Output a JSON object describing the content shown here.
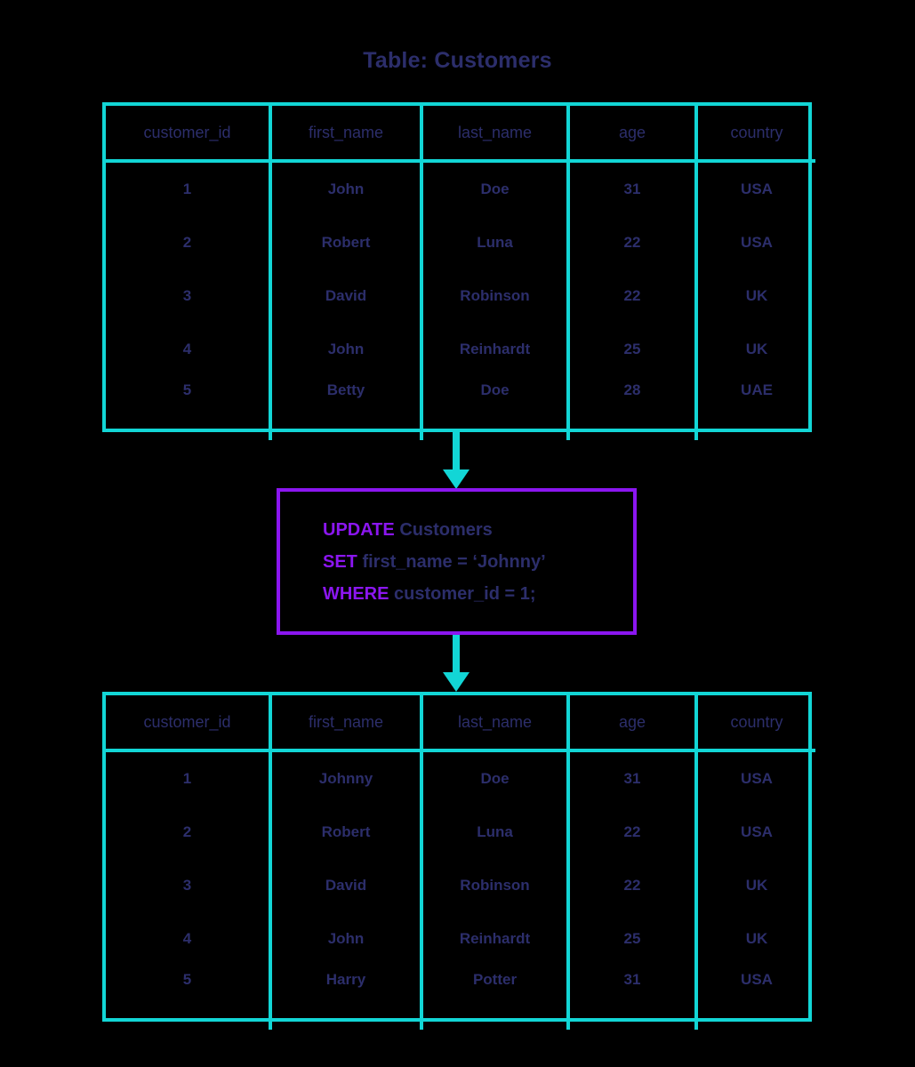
{
  "page": {
    "title": "Table: Customers",
    "background": "#000000",
    "accent_cyan": "#12d6d6",
    "accent_purple": "#8b16f0",
    "text_navy": "#2c2e6b"
  },
  "columns": [
    "customer_id",
    "first_name",
    "last_name",
    "age",
    "country"
  ],
  "table_before": {
    "rows": [
      {
        "customer_id": "1",
        "first_name": "John",
        "last_name": "Doe",
        "age": "31",
        "country": "USA"
      },
      {
        "customer_id": "2",
        "first_name": "Robert",
        "last_name": "Luna",
        "age": "22",
        "country": "USA"
      },
      {
        "customer_id": "3",
        "first_name": "David",
        "last_name": "Robinson",
        "age": "22",
        "country": "UK"
      },
      {
        "customer_id": "4",
        "first_name": "John",
        "last_name": "Reinhardt",
        "age": "25",
        "country": "UK"
      },
      {
        "customer_id": "5",
        "first_name": "Betty",
        "last_name": "Doe",
        "age": "28",
        "country": "UAE"
      }
    ]
  },
  "table_after": {
    "rows": [
      {
        "customer_id": "1",
        "first_name": "Johnny",
        "last_name": "Doe",
        "age": "31",
        "country": "USA"
      },
      {
        "customer_id": "2",
        "first_name": "Robert",
        "last_name": "Luna",
        "age": "22",
        "country": "USA"
      },
      {
        "customer_id": "3",
        "first_name": "David",
        "last_name": "Robinson",
        "age": "22",
        "country": "UK"
      },
      {
        "customer_id": "4",
        "first_name": "John",
        "last_name": "Reinhardt",
        "age": "25",
        "country": "UK"
      },
      {
        "customer_id": "5",
        "first_name": "Harry",
        "last_name": "Potter",
        "age": "31",
        "country": "USA"
      }
    ]
  },
  "query": {
    "line1_keyword": "UPDATE",
    "line1_rest": "Customers",
    "line2_keyword": "SET",
    "line2_rest": "first_name = ‘Johnny’",
    "line3_keyword": "WHERE",
    "line3_rest": "customer_id = 1;"
  },
  "arrows": {
    "top": "down-arrow-icon",
    "bottom": "down-arrow-icon"
  }
}
